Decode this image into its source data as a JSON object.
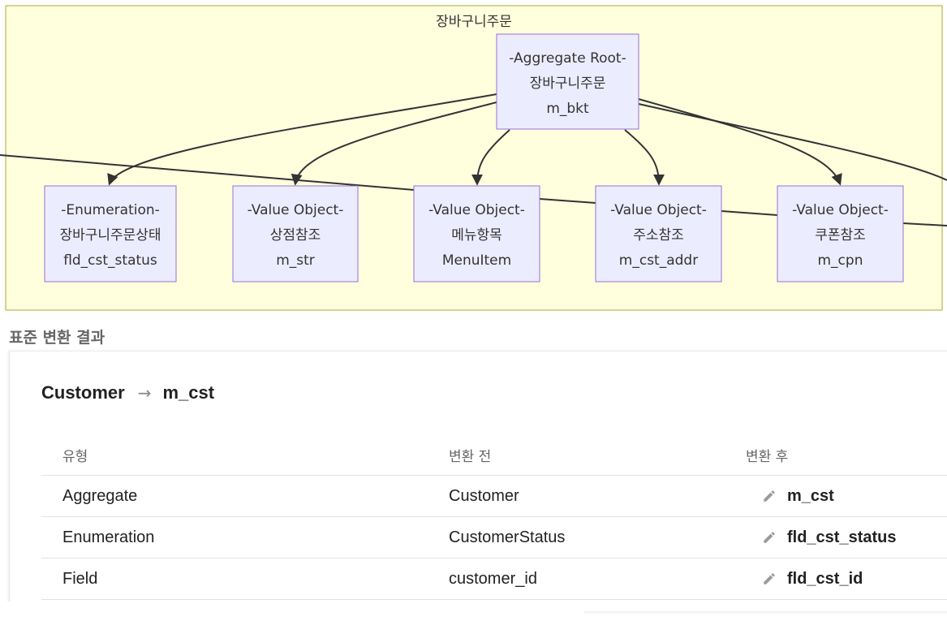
{
  "diagram": {
    "cluster_label": "장바구니주문",
    "root": {
      "stereotype": "-Aggregate Root-",
      "name": "장바구니주문",
      "code": "m_bkt"
    },
    "children": [
      {
        "stereotype": "-Enumeration-",
        "name": "장바구니주문상태",
        "code": "fld_cst_status"
      },
      {
        "stereotype": "-Value Object-",
        "name": "상점참조",
        "code": "m_str"
      },
      {
        "stereotype": "-Value Object-",
        "name": "메뉴항목",
        "code": "MenuItem"
      },
      {
        "stereotype": "-Value Object-",
        "name": "주소참조",
        "code": "m_cst_addr"
      },
      {
        "stereotype": "-Value Object-",
        "name": "쿠폰참조",
        "code": "m_cpn"
      }
    ]
  },
  "colors": {
    "cluster_fill": "#ffffde",
    "cluster_stroke": "#aaaa33",
    "node_fill": "#ececff",
    "node_stroke": "#9370db",
    "edge": "#333333"
  },
  "result": {
    "section_title": "표준 변환 결과",
    "card": {
      "from": "Customer",
      "arrow": "→",
      "to": "m_cst",
      "columns": [
        "유형",
        "변환 전",
        "변환 후"
      ],
      "rows": [
        {
          "type": "Aggregate",
          "before": "Customer",
          "after": "m_cst",
          "icon": "pencil-icon"
        },
        {
          "type": "Enumeration",
          "before": "CustomerStatus",
          "after": "fld_cst_status",
          "icon": "pencil-icon"
        },
        {
          "type": "Field",
          "before": "customer_id",
          "after": "fld_cst_id",
          "icon": "pencil-icon"
        }
      ]
    }
  }
}
